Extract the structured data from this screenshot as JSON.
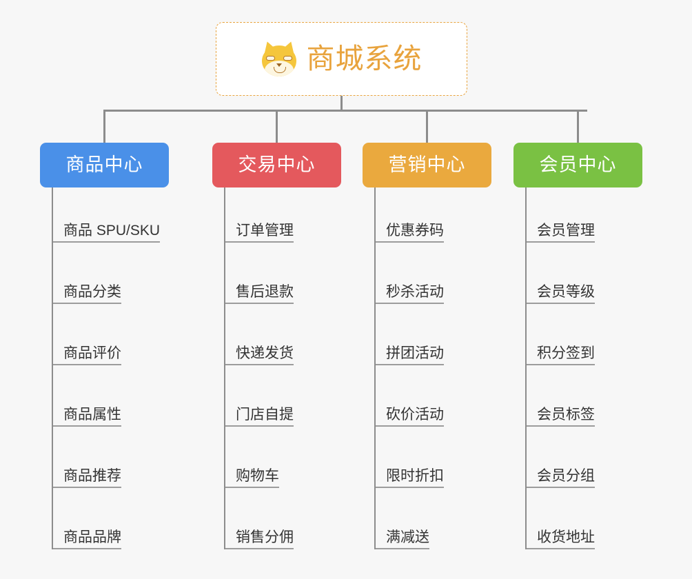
{
  "page": {
    "background_color": "#f7f7f7",
    "connector_color": "#8c8c8c"
  },
  "root": {
    "title": "商城系统",
    "icon": "shiba-dog-icon",
    "text_color": "#e8a33d",
    "border_color": "#e8a33d",
    "background_color": "#ffffff"
  },
  "categories": [
    {
      "label": "商品中心",
      "color": "#4a90e8",
      "items": [
        "商品 SPU/SKU",
        "商品分类",
        "商品评价",
        "商品属性",
        "商品推荐",
        "商品品牌"
      ]
    },
    {
      "label": "交易中心",
      "color": "#e4595d",
      "items": [
        "订单管理",
        "售后退款",
        "快递发货",
        "门店自提",
        "购物车",
        "销售分佣"
      ]
    },
    {
      "label": "营销中心",
      "color": "#eaa93e",
      "items": [
        "优惠券码",
        "秒杀活动",
        "拼团活动",
        "砍价活动",
        "限时折扣",
        "满减送"
      ]
    },
    {
      "label": "会员中心",
      "color": "#7ac143",
      "items": [
        "会员管理",
        "会员等级",
        "积分签到",
        "会员标签",
        "会员分组",
        "收货地址"
      ]
    }
  ]
}
